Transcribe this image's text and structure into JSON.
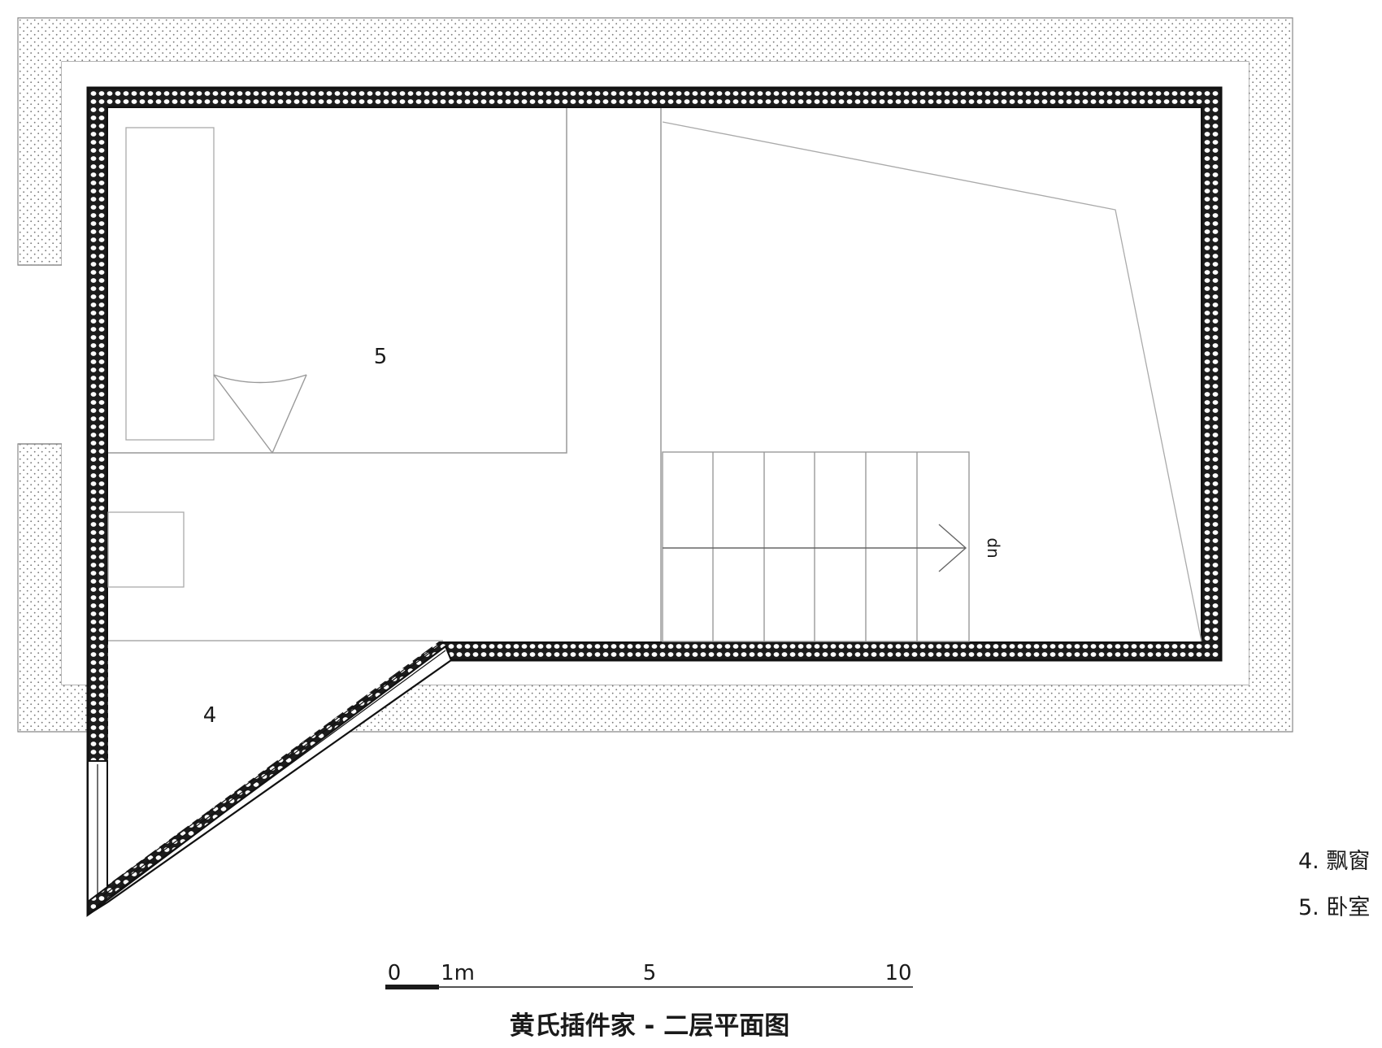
{
  "plan": {
    "title": "黄氏插件家 - 二层平面图",
    "rooms": [
      {
        "number": "5",
        "name": "卧室"
      },
      {
        "number": "4",
        "name": "飘窗"
      }
    ],
    "legend": [
      {
        "text": "4. 飘窗"
      },
      {
        "text": "5. 卧室"
      }
    ],
    "stair_label": "dn",
    "scale_bar": {
      "labels": [
        "0",
        "1m",
        "5",
        "10"
      ]
    }
  }
}
